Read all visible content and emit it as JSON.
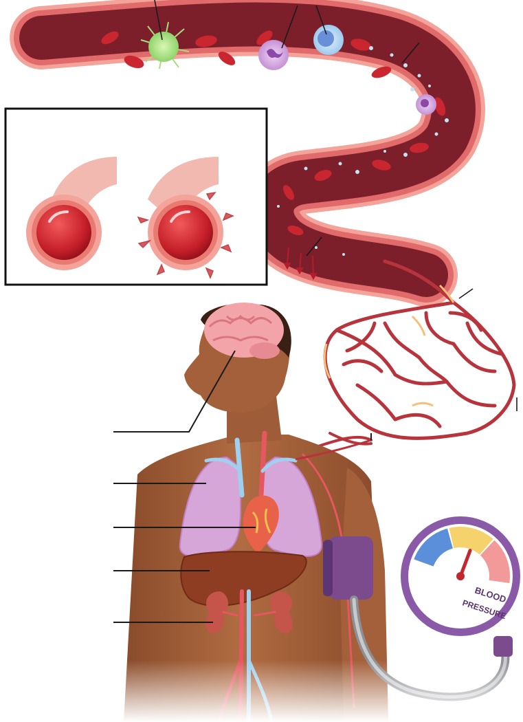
{
  "gauge": {
    "label_line1": "BLOOD",
    "label_line2": "PRESSURE",
    "needle_level": 0.18,
    "segment_colors": [
      "#5b8fd9",
      "#f5d26b",
      "#f29a9a"
    ],
    "ring_color": "#8a5aa8"
  },
  "colors": {
    "vessel_outer": "#f3a39a",
    "vessel_wall": "#e06b6a",
    "vessel_lumen": "#8e2a33",
    "red_cell": "#c9262f",
    "skin": "#a8643d",
    "lung": "#d7a6d8",
    "liver": "#8f3d22",
    "brain": "#f3a4a8",
    "cuff": "#7b4b8e",
    "capillary": "#b8343c"
  }
}
